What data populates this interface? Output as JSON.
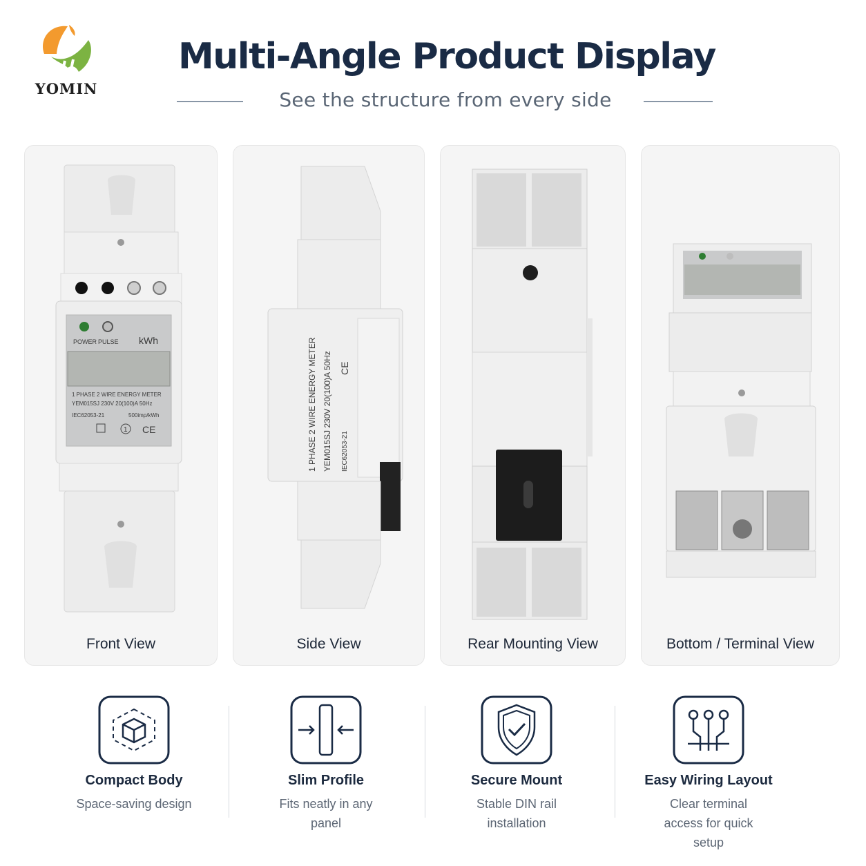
{
  "brand": {
    "name": "YOMIN"
  },
  "header": {
    "title": "Multi-Angle Product Display",
    "subtitle": "See the structure from every side"
  },
  "views": [
    {
      "caption": "Front View"
    },
    {
      "caption": "Side View"
    },
    {
      "caption": "Rear Mounting View"
    },
    {
      "caption": "Bottom / Terminal View"
    }
  ],
  "meter_label": {
    "power": "POWER",
    "pulse": "PULSE",
    "unit": "kWh",
    "line1": "1 PHASE 2 WIRE ENERGY METER",
    "line2": "YEM015SJ  230V  20(100)A  50Hz",
    "standard_front": "IEC62053-21",
    "imp": "500imp/kWh",
    "ce": "CE",
    "class": "1",
    "side_line1": "1 PHASE 2 WIRE ENERGY METER",
    "side_line2": "YEM015SJ  230V  20(100)A  50Hz",
    "side_line3": "IEC62053-21"
  },
  "features": [
    {
      "title": "Compact Body",
      "desc": "Space-saving design",
      "icon": "cube-icon"
    },
    {
      "title": "Slim Profile",
      "desc": "Fits neatly in any panel",
      "icon": "slim-profile-icon"
    },
    {
      "title": "Secure Mount",
      "desc": "Stable DIN rail installation",
      "icon": "shield-check-icon"
    },
    {
      "title": "Easy Wiring Layout",
      "desc": "Clear terminal access for quick setup",
      "icon": "wiring-terminal-icon"
    }
  ],
  "colors": {
    "navy": "#1a2b45",
    "logo_orange": "#f39a2e",
    "logo_green": "#7cb342"
  }
}
